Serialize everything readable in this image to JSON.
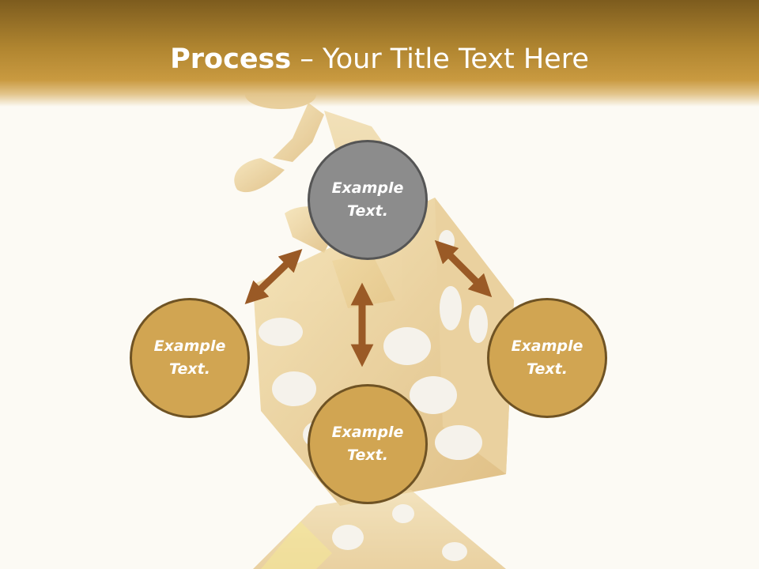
{
  "slide": {
    "title_bold": "Process",
    "title_rest": " – Your Title Text Here"
  },
  "nodes": {
    "top": "Example Text.",
    "left": "Example Text.",
    "right": "Example Text.",
    "bottom": "Example Text."
  },
  "colors": {
    "header": "#b08530",
    "node_fill": "#d1a552",
    "node_center_fill": "#8c8c8c",
    "arrow": "#9a5a26"
  }
}
